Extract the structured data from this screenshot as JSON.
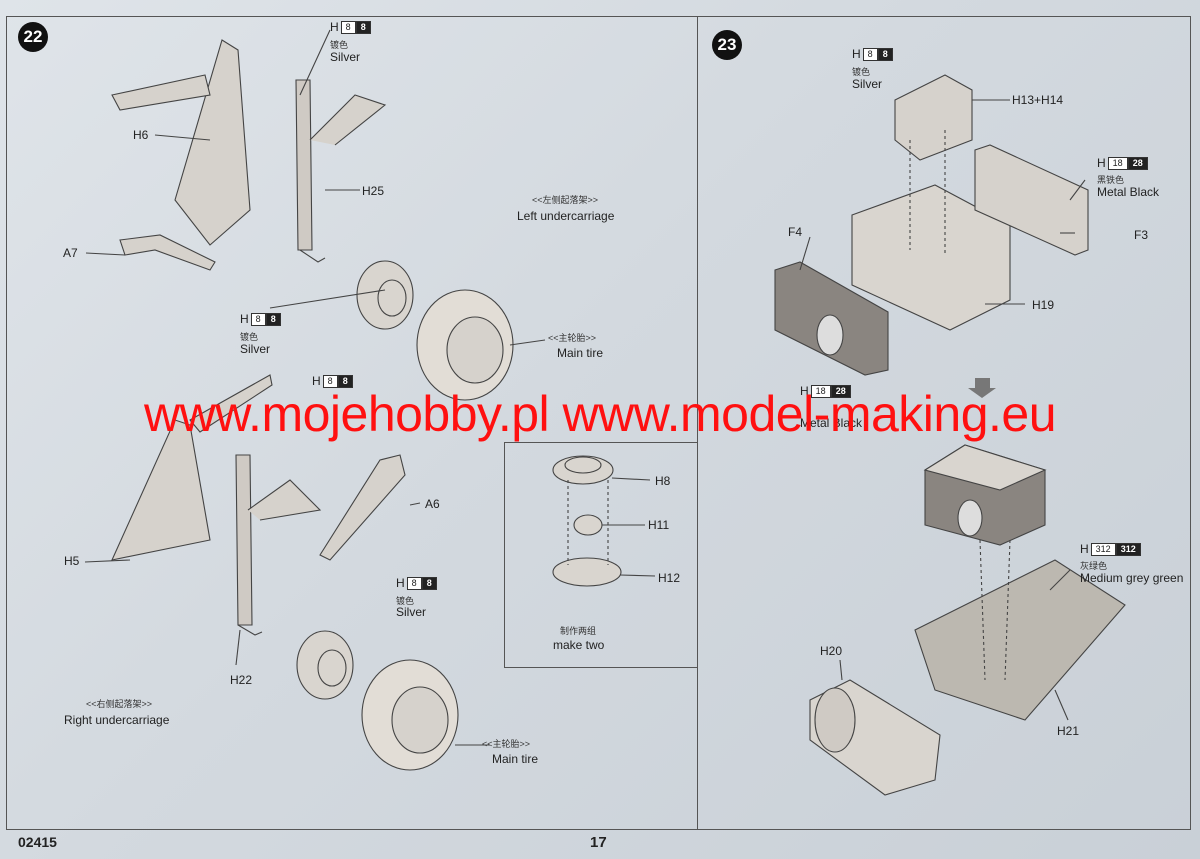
{
  "step22": {
    "badge": "22",
    "left_title_cn": "<<左侧起落架>>",
    "left_title_en": "Left undercarriage",
    "right_title_cn": "<<右侧起落架>>",
    "right_title_en": "Right undercarriage",
    "main_tire_cn": "<<主轮胎>>",
    "main_tire_en": "Main tire",
    "parts": {
      "h6": "H6",
      "h25": "H25",
      "a7": "A7",
      "a6": "A6",
      "h5": "H5",
      "h22": "H22"
    },
    "silver_cn": "镀色",
    "silver_en": "Silver",
    "code_h": "H",
    "code_8": "8",
    "inset": {
      "h8": "H8",
      "h11": "H11",
      "h12": "H12",
      "note_cn": "制作两组",
      "note_en": "make two"
    }
  },
  "step23": {
    "badge": "23",
    "parts": {
      "h13h14": "H13+H14",
      "f4": "F4",
      "f3": "F3",
      "h19": "H19",
      "h20": "H20",
      "h21": "H21"
    },
    "silver_cn": "镀色",
    "silver_en": "Silver",
    "metal_black_cn": "黑铁色",
    "metal_black_en": "Metal  Black",
    "metal_black_en_partial": "Metal Black",
    "medium_grey_green_cn": "灰绿色",
    "medium_grey_green_en": "Medium grey green",
    "code_h": "H",
    "code_8": "8",
    "code_18": "18",
    "code_28": "28",
    "code_312": "312"
  },
  "watermark": "www.mojehobby.pl www.model-making.eu",
  "footer": {
    "code": "02415",
    "page": "17"
  },
  "colors": {
    "watermark": "#ff1010",
    "paper": "#d8dde2",
    "line": "#444444"
  }
}
